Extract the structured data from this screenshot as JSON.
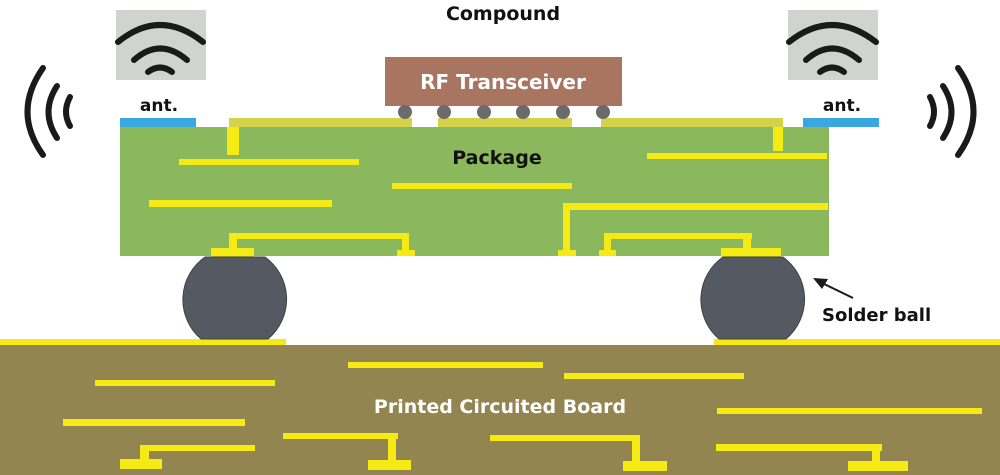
{
  "labels": {
    "compound": "Compound",
    "rf_transceiver": "RF Transceiver",
    "package": "Package",
    "antenna_left": "ant.",
    "antenna_right": "ant.",
    "solder_ball": "Solder ball",
    "pcb": "Printed Circuited Board"
  },
  "colors": {
    "package": "#8bb85c",
    "pcb": "#928550",
    "trace": "#f5ea14",
    "surface_trace": "#d4d24a",
    "antenna_patch": "#3aa8e0",
    "chip": "#a77560",
    "bump": "#6b6b6b",
    "solder_ball": "#555a62",
    "wifi_bg": "#d1d3d0",
    "wave": "#1a1a1a",
    "text_dark": "#111111",
    "text_light": "#ffffff"
  },
  "icons": {
    "wifi_left": "wifi-icon",
    "wifi_right": "wifi-icon",
    "waves_left": "radio-waves-left-icon",
    "waves_right": "radio-waves-right-icon",
    "arrow": "arrow-icon"
  }
}
